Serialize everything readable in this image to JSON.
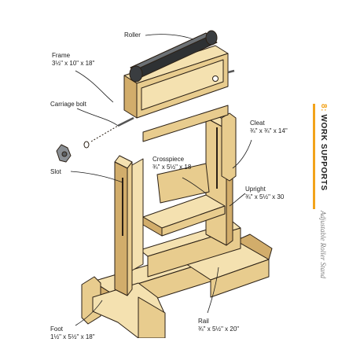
{
  "labels": {
    "roller": {
      "name": "Roller"
    },
    "frame": {
      "name": "Frame",
      "dim": "3½\" x 10\" x 18\""
    },
    "carriage_bolt": {
      "name": "Carriage bolt"
    },
    "slot": {
      "name": "Slot"
    },
    "cleat": {
      "name": "Cleat",
      "dim": "¾\" x ¾\" x 14\""
    },
    "crosspiece": {
      "name": "Crosspiece",
      "dim": "¾\" x 5½\" x 18"
    },
    "upright": {
      "name": "Upright",
      "dim": "¾\" x 5½\" x 30"
    },
    "rail": {
      "name": "Rail",
      "dim": "¾\" x 5½\" x 20\""
    },
    "foot": {
      "name": "Foot",
      "dim": "1½\" x 5½\" x 18\""
    }
  },
  "sidebar": {
    "chapter_number": "8:",
    "chapter_title": "WORK SUPPORTS",
    "project_title": "Adjustable Roller Stand"
  },
  "colors": {
    "wood_light": "#f4e1b0",
    "wood_mid": "#e8cc8e",
    "wood_dark": "#d2ad6b",
    "outline": "#2b2015",
    "roller": "#2e3133",
    "accent": "#f2a31b"
  }
}
